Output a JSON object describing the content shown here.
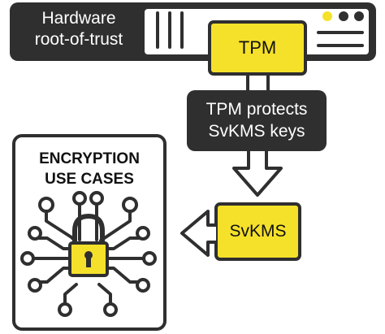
{
  "server": {
    "label_line1": "Hardware",
    "label_line2": "root-of-trust"
  },
  "tpm": {
    "label": "TPM"
  },
  "callout": {
    "line1": "TPM protects",
    "line2": "SvKMS keys"
  },
  "svkms": {
    "label": "SvKMS"
  },
  "use_cases": {
    "title_line1": "ENCRYPTION",
    "title_line2": "USE CASES"
  },
  "colors": {
    "accent_yellow": "#f5e12a",
    "dark": "#2f2f2f",
    "outline": "#222222",
    "background": "#ffffff"
  },
  "icons": [
    "lock-icon",
    "circuit-trace-icon",
    "server-status-lights-icon",
    "arrow-down-icon",
    "arrow-left-icon"
  ]
}
